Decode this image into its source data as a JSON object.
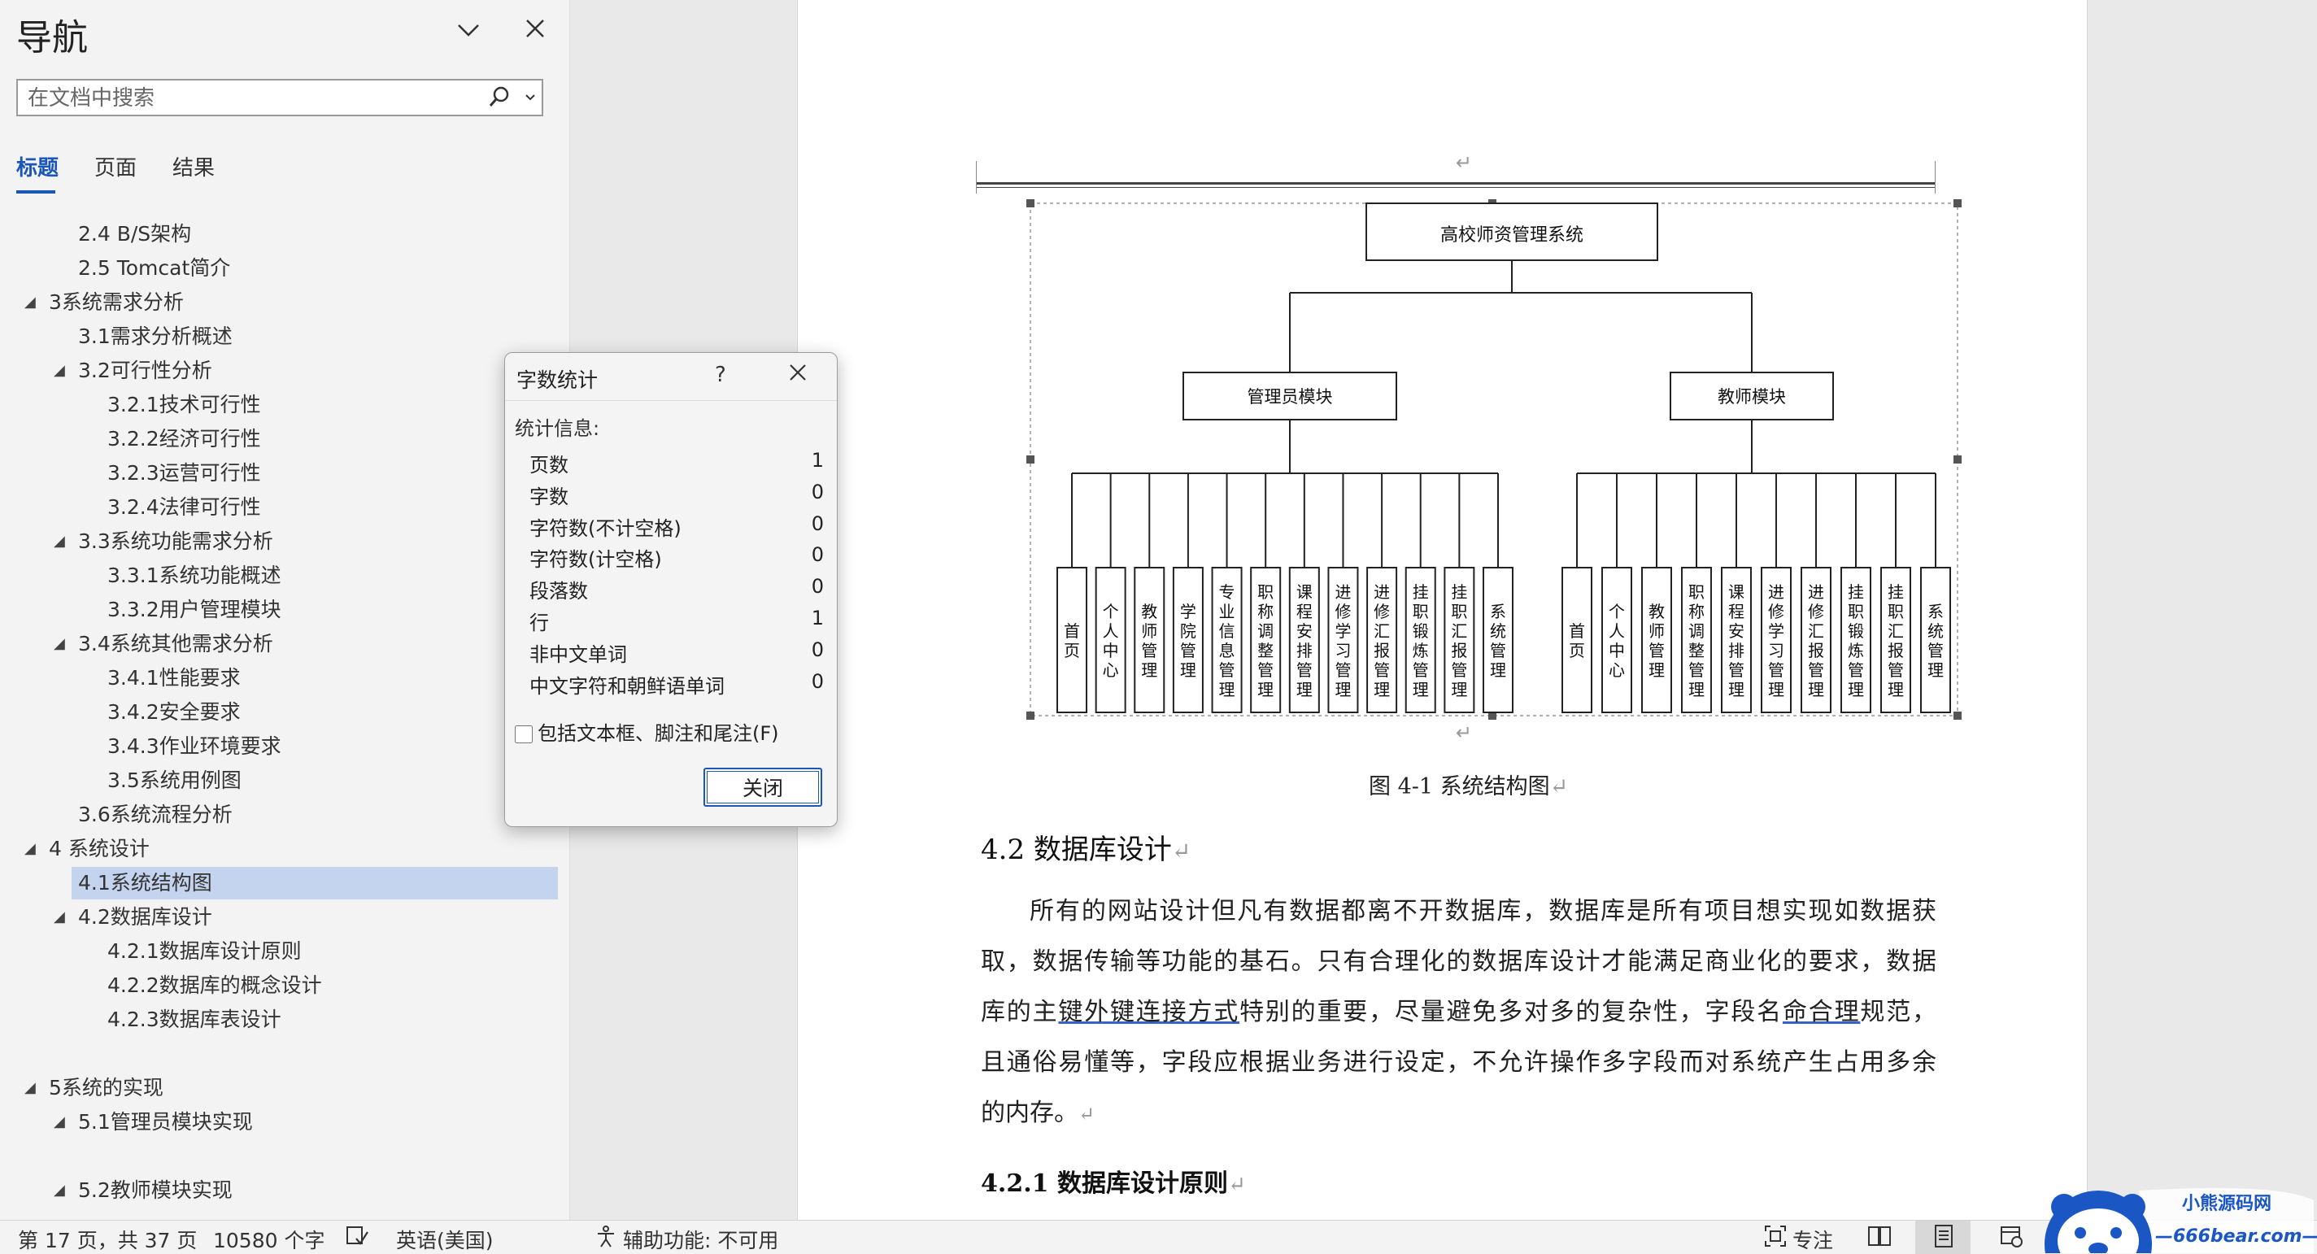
{
  "nav": {
    "title": "导航",
    "search_placeholder": "在文档中搜索",
    "tabs": [
      {
        "label": "标题",
        "active": true
      },
      {
        "label": "页面",
        "active": false
      },
      {
        "label": "结果",
        "active": false
      }
    ],
    "outline": [
      {
        "label": "2.4 B/S架构",
        "level": 2,
        "caret": false
      },
      {
        "label": "2.5 Tomcat简介",
        "level": 2,
        "caret": false
      },
      {
        "label": "3系统需求分析",
        "level": 1,
        "caret": true
      },
      {
        "label": "3.1需求分析概述",
        "level": 2,
        "caret": false
      },
      {
        "label": "3.2可行性分析",
        "level": 2,
        "caret": true
      },
      {
        "label": "3.2.1技术可行性",
        "level": 3,
        "caret": false
      },
      {
        "label": "3.2.2经济可行性",
        "level": 3,
        "caret": false
      },
      {
        "label": "3.2.3运营可行性",
        "level": 3,
        "caret": false
      },
      {
        "label": "3.2.4法律可行性",
        "level": 3,
        "caret": false
      },
      {
        "label": "3.3系统功能需求分析",
        "level": 2,
        "caret": true
      },
      {
        "label": "3.3.1系统功能概述",
        "level": 3,
        "caret": false
      },
      {
        "label": "3.3.2用户管理模块",
        "level": 3,
        "caret": false
      },
      {
        "label": "3.4系统其他需求分析",
        "level": 2,
        "caret": true
      },
      {
        "label": "3.4.1性能要求",
        "level": 3,
        "caret": false
      },
      {
        "label": "3.4.2安全要求",
        "level": 3,
        "caret": false
      },
      {
        "label": "3.4.3作业环境要求",
        "level": 3,
        "caret": false
      },
      {
        "label": "3.5系统用例图",
        "level": 3,
        "caret": false
      },
      {
        "label": "3.6系统流程分析",
        "level": 2,
        "caret": false
      },
      {
        "label": "4 系统设计",
        "level": 1,
        "caret": true
      },
      {
        "label": "4.1系统结构图",
        "level": 2,
        "caret": false,
        "selected": true
      },
      {
        "label": "4.2数据库设计",
        "level": 2,
        "caret": true
      },
      {
        "label": "4.2.1数据库设计原则",
        "level": 3,
        "caret": false
      },
      {
        "label": "4.2.2数据库的概念设计",
        "level": 3,
        "caret": false
      },
      {
        "label": "4.2.3数据库表设计",
        "level": 3,
        "caret": false
      },
      {
        "label": "5系统的实现",
        "level": 1,
        "caret": true,
        "gap": true
      },
      {
        "label": "5.1管理员模块实现",
        "level": 2,
        "caret": true
      },
      {
        "label": "5.2教师模块实现",
        "level": 2,
        "caret": true,
        "gap": true
      }
    ]
  },
  "dialog": {
    "title": "字数统计",
    "help": "?",
    "section": "统计信息:",
    "stats": [
      {
        "label": "页数",
        "value": "1"
      },
      {
        "label": "字数",
        "value": "0"
      },
      {
        "label": "字符数(不计空格)",
        "value": "0"
      },
      {
        "label": "字符数(计空格)",
        "value": "0"
      },
      {
        "label": "段落数",
        "value": "0"
      },
      {
        "label": "行",
        "value": "1"
      },
      {
        "label": "非中文单词",
        "value": "0"
      },
      {
        "label": "中文字符和朝鲜语单词",
        "value": "0"
      }
    ],
    "checkbox_label": "包括文本框、脚注和尾注(F)",
    "close_label": "关闭"
  },
  "document": {
    "diagram": {
      "root": "高校师资管理系统",
      "branches": [
        {
          "name": "管理员模块",
          "children": [
            "首页",
            "个人中心",
            "教师管理",
            "学院管理",
            "专业信息管理",
            "职称调整管理",
            "课程安排管理",
            "进修学习管理",
            "进修汇报管理",
            "挂职锻炼管理",
            "挂职汇报管理",
            "系统管理"
          ]
        },
        {
          "name": "教师模块",
          "children": [
            "首页",
            "个人中心",
            "教师管理",
            "职称调整管理",
            "课程安排管理",
            "进修学习管理",
            "进修汇报管理",
            "挂职锻炼管理",
            "挂职汇报管理",
            "系统管理"
          ]
        }
      ]
    },
    "caption": "图 4-1 系统结构图",
    "heading": "4.2 数据库设计",
    "para_lines": [
      {
        "text": "所有的网站设计但凡有数据都离不开数据库，数据库是所有项目想实现如数据获",
        "indent": true
      },
      {
        "text": "取，数据传输等功能的基石。只有合理化的数据库设计才能满足商业化的要求，数据"
      },
      {
        "pre": "库的主",
        "u1": "键外键连接方式",
        "mid": "特别的重要，尽量避免多对多的复杂性，字段名",
        "u2": "命合理",
        "post": "规范，"
      },
      {
        "text": "且通俗易懂等，字段应根据业务进行设定，不允许操作多字段而对系统产生占用多余"
      },
      {
        "text": "的内存。",
        "last": true
      }
    ],
    "subheading": "4.2.1 数据库设计原则",
    "para_mark": "↵"
  },
  "status": {
    "page": "第 17 页，共 37 页",
    "words": "10580 个字",
    "language": "英语(美国)",
    "accessibility": "辅助功能: 不可用",
    "focus": "专注"
  },
  "logo": {
    "name": "小熊源码网",
    "url": "—666bear.com—"
  },
  "colors": {
    "accent": "#1a55b8",
    "selection": "#c5d4ee"
  }
}
